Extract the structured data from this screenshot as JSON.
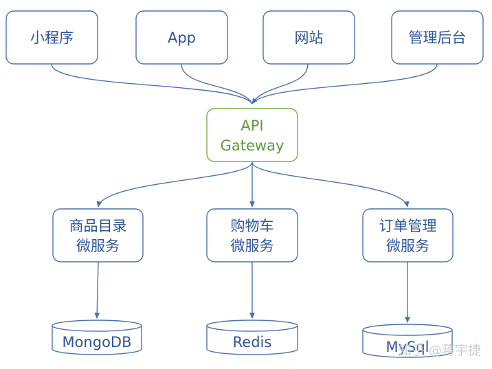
{
  "colors": {
    "blue": "#4a72b0",
    "blue_text": "#2e5597",
    "green": "#72b045",
    "green_text": "#5a9c38",
    "watermark": "#c9c9c9"
  },
  "clients": [
    {
      "label": "小程序"
    },
    {
      "label": "App"
    },
    {
      "label": "网站"
    },
    {
      "label": "管理后台"
    }
  ],
  "gateway": {
    "line1": "API",
    "line2": "Gateway"
  },
  "services": [
    {
      "line1": "商品目录",
      "line2": "微服务"
    },
    {
      "line1": "购物车",
      "line2": "微服务"
    },
    {
      "line1": "订单管理",
      "line2": "微服务"
    }
  ],
  "databases": [
    {
      "label": "MongoDB"
    },
    {
      "label": "Redis"
    },
    {
      "label": "MySql"
    }
  ],
  "watermark": {
    "text": "知乎 @蒋宇捷"
  }
}
